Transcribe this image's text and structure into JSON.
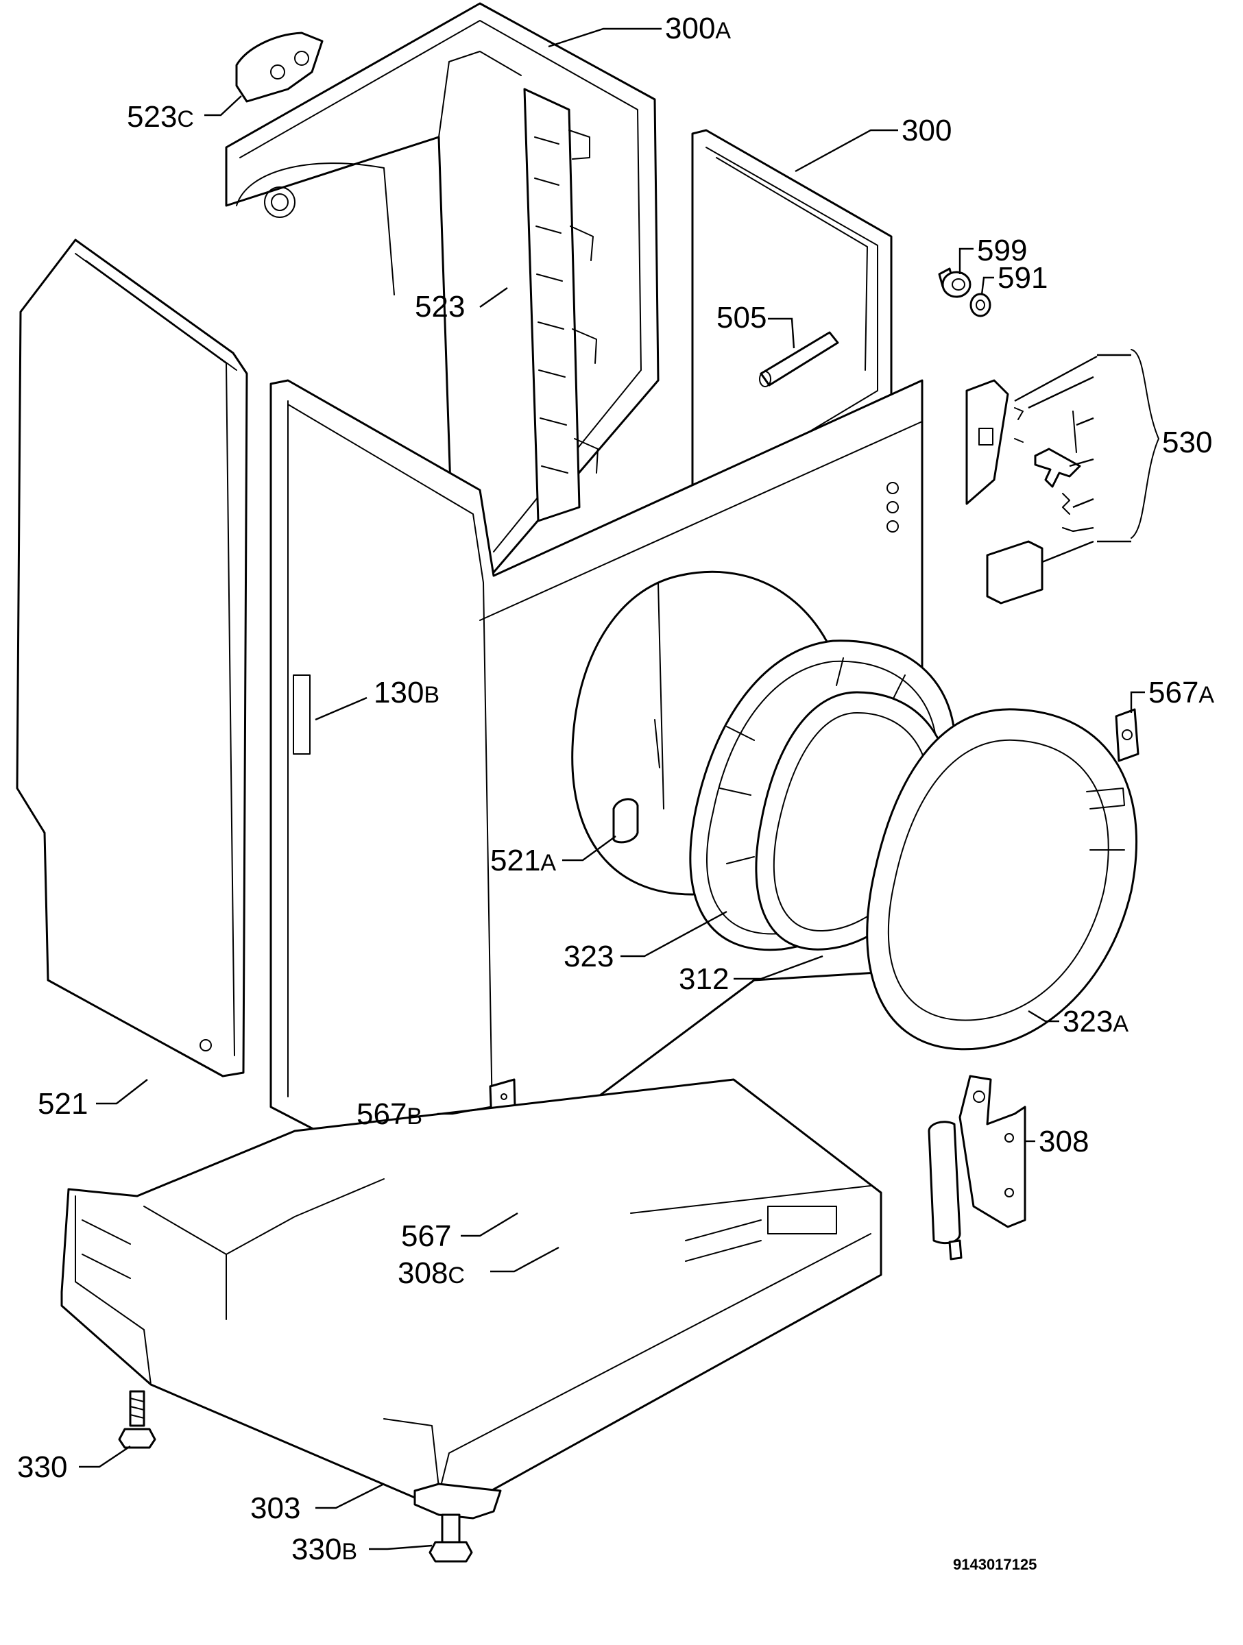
{
  "labels": {
    "l300a": {
      "num": "300",
      "suffix": "A"
    },
    "l523c": {
      "num": "523",
      "suffix": "C"
    },
    "l300": {
      "num": "300",
      "suffix": ""
    },
    "l599": {
      "num": "599",
      "suffix": ""
    },
    "l591": {
      "num": "591",
      "suffix": ""
    },
    "l523": {
      "num": "523",
      "suffix": ""
    },
    "l505": {
      "num": "505",
      "suffix": ""
    },
    "l530": {
      "num": "530",
      "suffix": ""
    },
    "l130b": {
      "num": "130",
      "suffix": "B"
    },
    "l567a": {
      "num": "567",
      "suffix": "A"
    },
    "l521a": {
      "num": "521",
      "suffix": "A"
    },
    "l323": {
      "num": "323",
      "suffix": ""
    },
    "l312": {
      "num": "312",
      "suffix": ""
    },
    "l323a": {
      "num": "323",
      "suffix": "A"
    },
    "l521": {
      "num": "521",
      "suffix": ""
    },
    "l567b": {
      "num": "567",
      "suffix": "B"
    },
    "l308": {
      "num": "308",
      "suffix": ""
    },
    "l567": {
      "num": "567",
      "suffix": ""
    },
    "l308c": {
      "num": "308",
      "suffix": "C"
    },
    "l330": {
      "num": "330",
      "suffix": ""
    },
    "l303": {
      "num": "303",
      "suffix": ""
    },
    "l330b": {
      "num": "330",
      "suffix": "B"
    }
  },
  "document_number": "9143017125"
}
